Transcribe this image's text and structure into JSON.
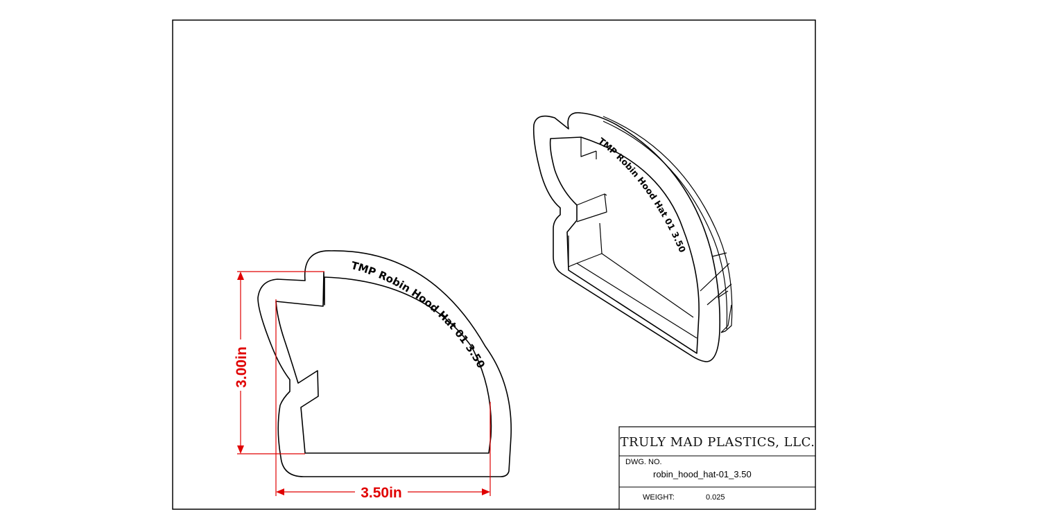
{
  "drawing": {
    "dimensions": {
      "height_label": "3.00in",
      "width_label": "3.50in",
      "color": "#e00000"
    },
    "emboss_text": "TMP  Robin Hood Hat 01  3.50",
    "title_block": {
      "company": "TRULY MAD PLASTICS, LLC.",
      "dwg_no_label": "DWG.  NO.",
      "dwg_no_value": "robin_hood_hat-01_3.50",
      "weight_label": "WEIGHT:",
      "weight_value": "0.025"
    }
  }
}
